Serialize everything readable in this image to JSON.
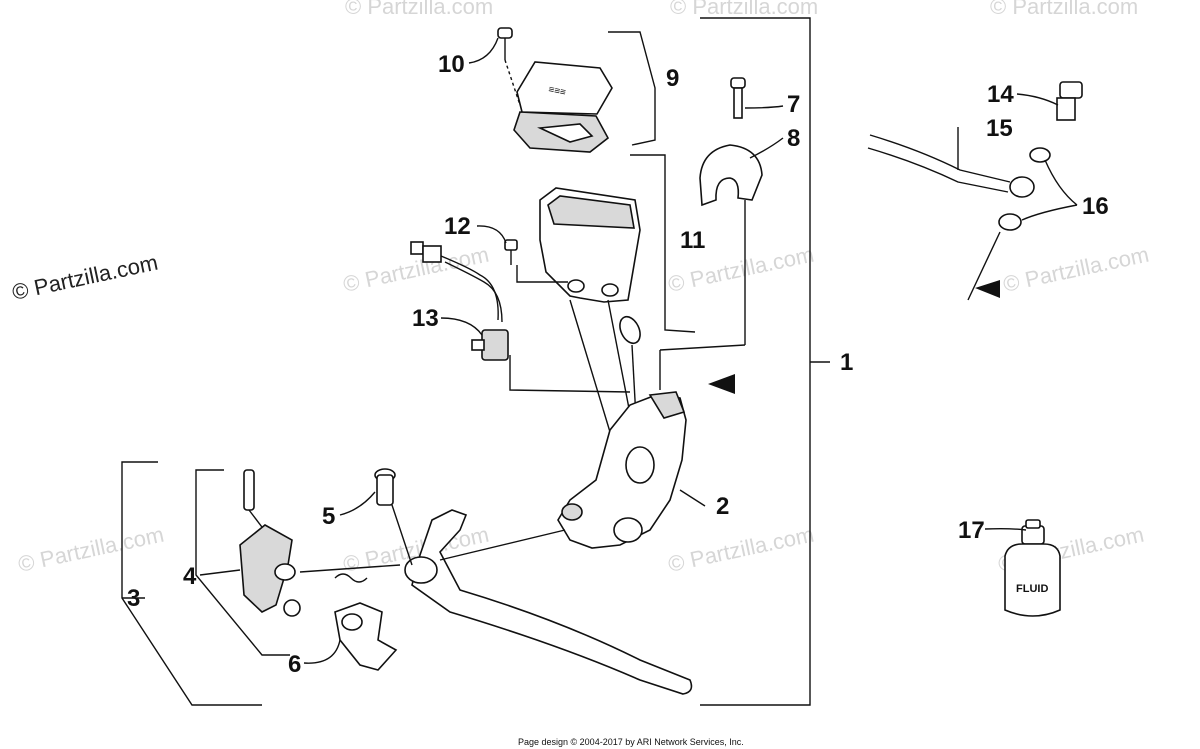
{
  "watermark": {
    "main": "© Partzilla.com",
    "faint": "© Partzilla.com"
  },
  "callouts": [
    "1",
    "2",
    "3",
    "4",
    "5",
    "6",
    "7",
    "8",
    "9",
    "10",
    "11",
    "12",
    "13",
    "14",
    "15",
    "16",
    "17"
  ],
  "fluid_label": "FLUID",
  "footer": "Page design © 2004-2017 by ARI Network Services, Inc."
}
